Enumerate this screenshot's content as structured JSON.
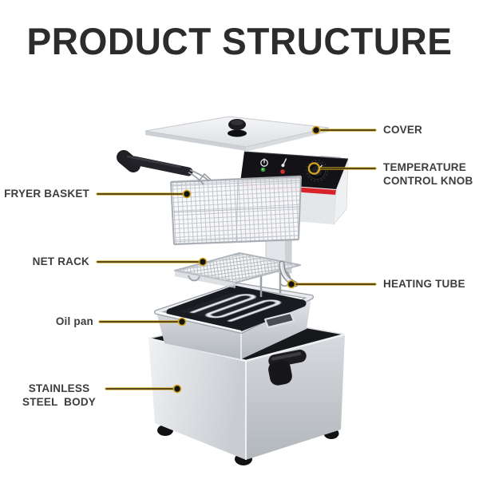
{
  "title": "PRODUCT STRUCTURE",
  "labels": {
    "cover": "COVER",
    "temperature_control_knob": "TEMPERATURE\nCONTROL KNOB",
    "fryer_basket": "FRYER BASKET",
    "net_rack": "NET RACK",
    "heating_tube": "HEATING TUBE",
    "oil_pan": "Oil pan",
    "stainless_steel_body": "STAINLESS\nSTEEL  BODY"
  },
  "colors": {
    "accent_gold": "#d2a51e",
    "leader_core": "#141414",
    "title_text": "#2c2c2c",
    "label_text": "#3d3d3d",
    "panel_red": "#d8232a",
    "led_green": "#2f9c36",
    "led_red": "#cf3028",
    "background": "#ffffff"
  },
  "panel_icons": [
    "power-icon",
    "thermometer-icon",
    "temperature-knob-icon"
  ]
}
